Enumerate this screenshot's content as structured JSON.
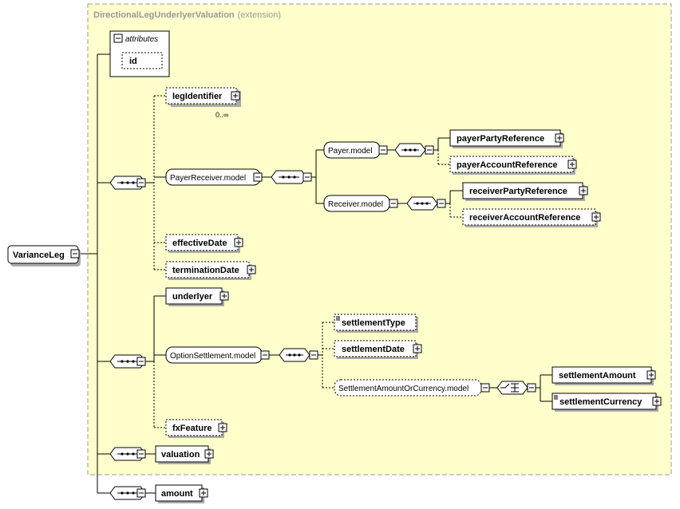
{
  "extension": {
    "name": "DirectionalLegUnderlyerValuation",
    "suffix": "(extension)"
  },
  "root": {
    "label": "VarianceLeg"
  },
  "attributes": {
    "title": "attributes",
    "items": [
      "id"
    ]
  },
  "nodes": {
    "legIdentifier": "legIdentifier",
    "legIdentifier_card": "0..∞",
    "payerReceiverModel": "PayerReceiver.model",
    "payerModel": "Payer.model",
    "receiverModel": "Receiver.model",
    "payerPartyReference": "payerPartyReference",
    "payerAccountReference": "payerAccountReference",
    "receiverPartyReference": "receiverPartyReference",
    "receiverAccountReference": "receiverAccountReference",
    "effectiveDate": "effectiveDate",
    "terminationDate": "terminationDate",
    "underlyer": "underlyer",
    "optionSettlementModel": "OptionSettlement.model",
    "settlementType": "settlementType",
    "settlementDate": "settlementDate",
    "settlementAmountOrCurrencyModel": "SettlementAmountOrCurrency.model",
    "settlementAmount": "settlementAmount",
    "settlementCurrency": "settlementCurrency",
    "fxFeature": "fxFeature",
    "valuation": "valuation",
    "amount": "amount"
  },
  "colors": {
    "extension_fill": "#ffffcc",
    "extension_border": "#999999",
    "line": "#000000",
    "shadow": "#aaaaaa"
  },
  "icons": {
    "sequence": "sequence-compositor-icon",
    "choice": "choice-compositor-icon",
    "expand": "plus-toggle-icon",
    "collapse": "minus-toggle-icon",
    "simple_type": "simple-type-icon"
  }
}
